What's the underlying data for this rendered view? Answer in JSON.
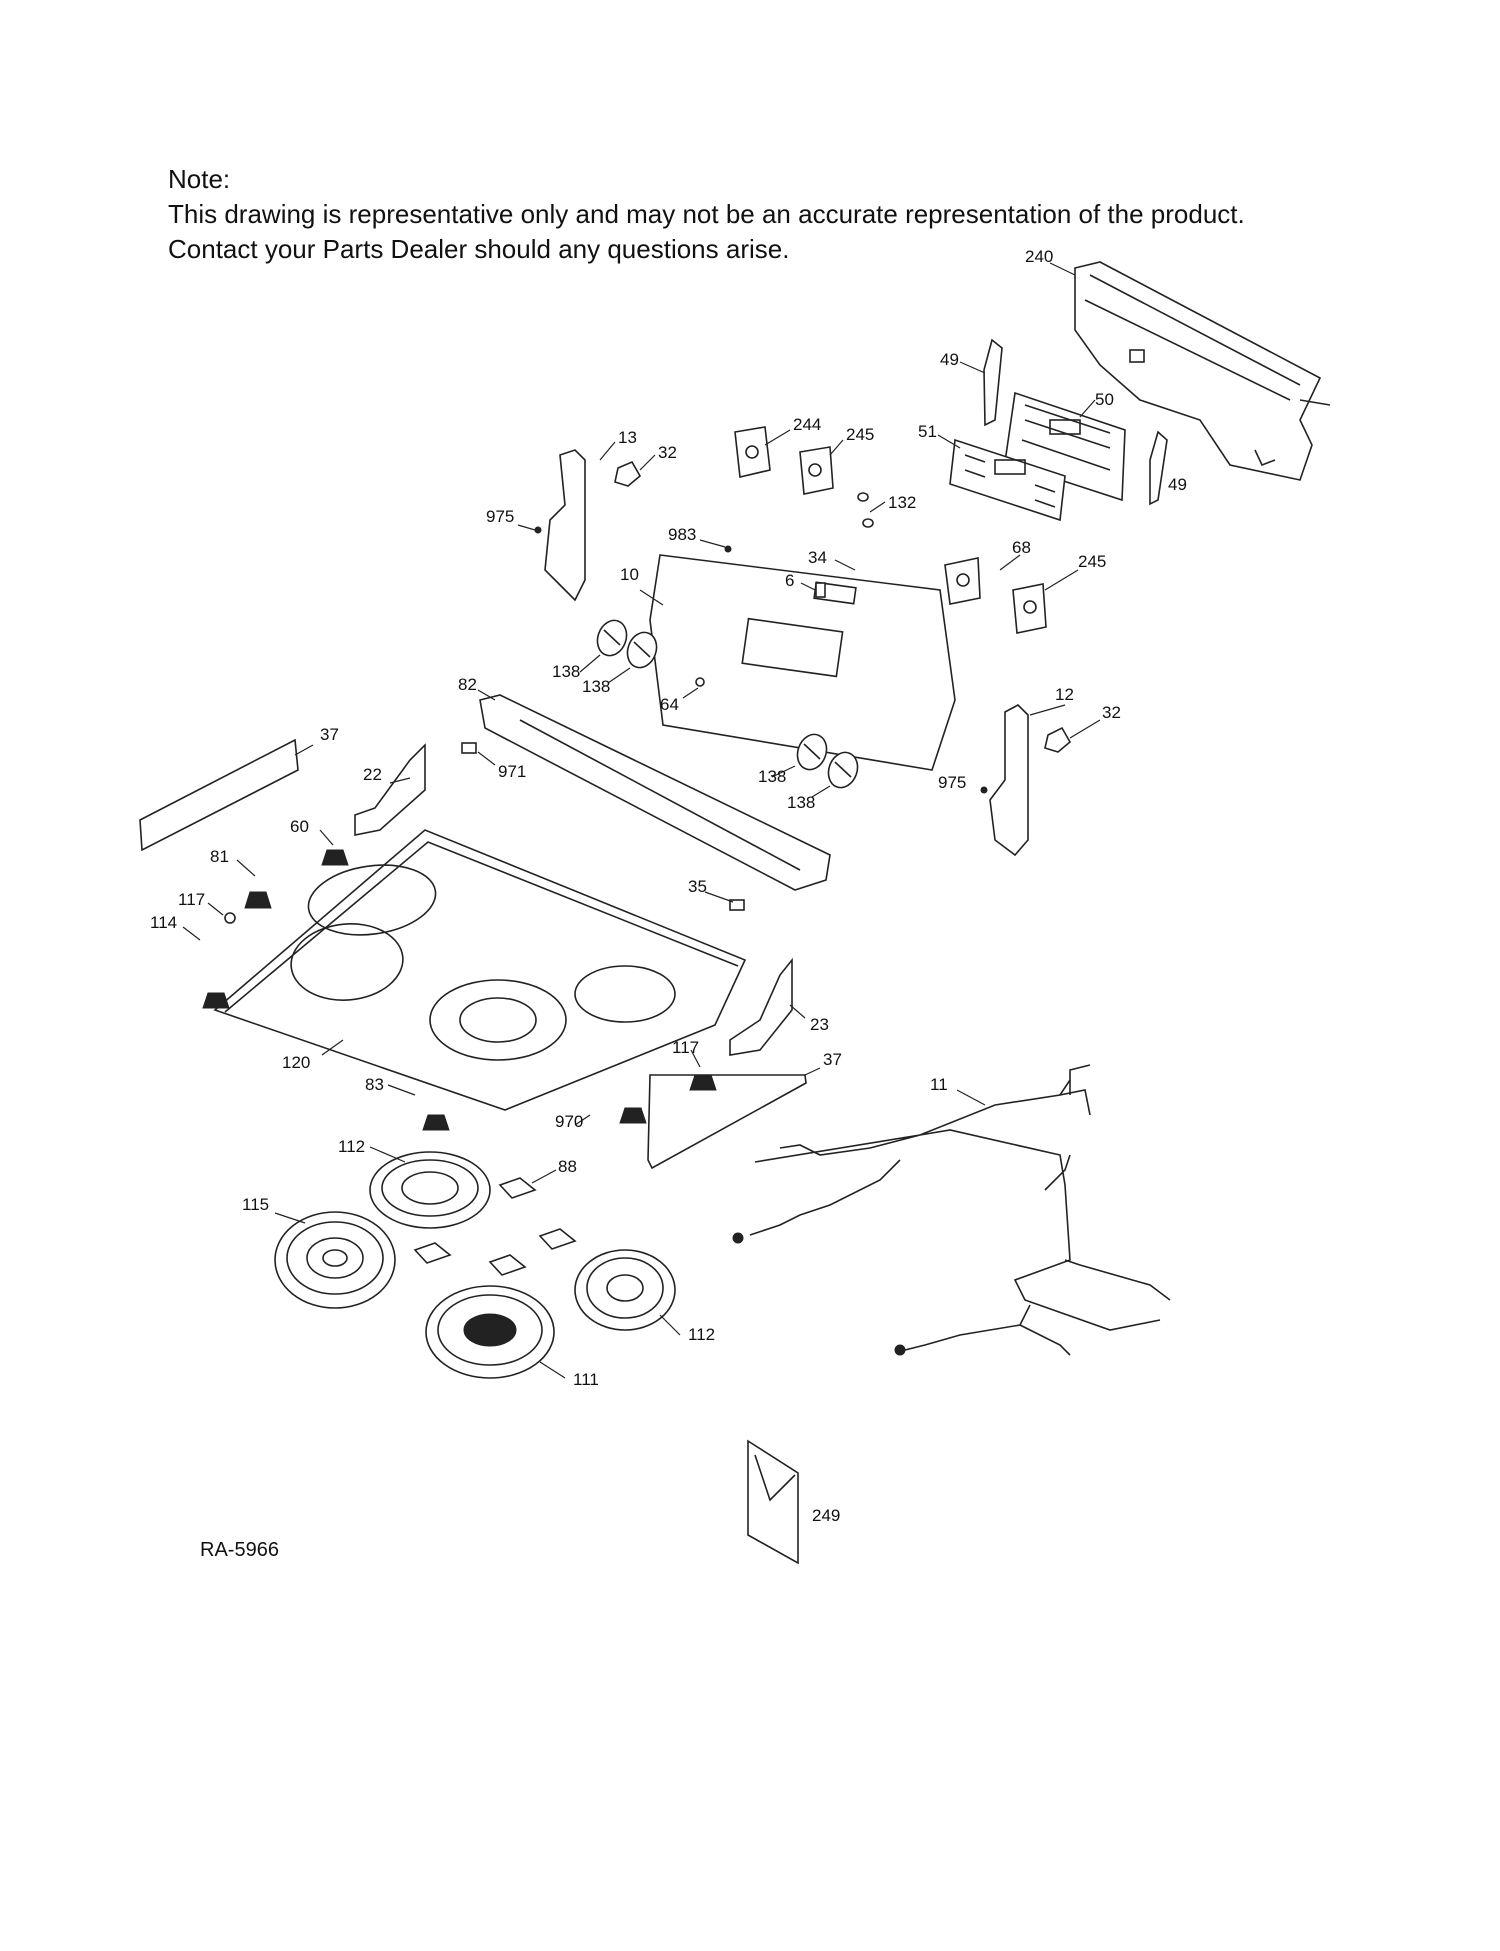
{
  "note": {
    "heading": "Note:",
    "line1": "This drawing is representative only and may not be an accurate representation of the product.",
    "line2": "Contact your Parts Dealer should any questions arise."
  },
  "diagram_id": "RA-5966",
  "callouts": {
    "c240": "240",
    "c49a": "49",
    "c49b": "49",
    "c50": "50",
    "c51": "51",
    "c244": "244",
    "c245a": "245",
    "c245b": "245",
    "c13": "13",
    "c32a": "32",
    "c32b": "32",
    "c132": "132",
    "c975a": "975",
    "c975b": "975",
    "c983": "983",
    "c34": "34",
    "c6": "6",
    "c10": "10",
    "c68": "68",
    "c138a": "138",
    "c138b": "138",
    "c138c": "138",
    "c138d": "138",
    "c64": "64",
    "c82": "82",
    "c12": "12",
    "c37a": "37",
    "c37b": "37",
    "c971": "971",
    "c22": "22",
    "c60": "60",
    "c81": "81",
    "c117a": "117",
    "c117b": "117",
    "c114": "114",
    "c35": "35",
    "c23": "23",
    "c120": "120",
    "c83": "83",
    "c970": "970",
    "c11": "11",
    "c112a": "112",
    "c112b": "112",
    "c88": "88",
    "c115": "115",
    "c111": "111",
    "c249": "249"
  }
}
